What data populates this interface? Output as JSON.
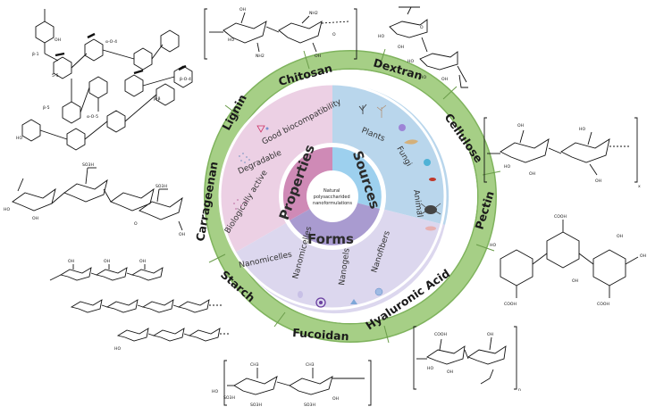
{
  "center_title": "Natural polysaccharided nanoformulations",
  "center_title_lines": [
    "Natural",
    "polysaccharided",
    "nanoformulations"
  ],
  "inner_sections": {
    "properties": "Properties",
    "sources": "Sources",
    "forms": "Forms"
  },
  "properties_items": {
    "good_biocompatibility": "Good biocompatibility",
    "degradable": "Degradable",
    "biologically_active": "Biologically active"
  },
  "sources_items": {
    "plants": "Plants",
    "fungi": "Fungi",
    "animal": "Animal"
  },
  "forms_items": {
    "nanomicelles_1": "Nanomicelles",
    "nanomicelles_2": "Nanomicelles",
    "nanogels": "Nanogels",
    "nanofibers": "Nanofibers"
  },
  "polysaccharides": {
    "chitosan": "Chitosan",
    "dextran": "Dextran",
    "cellulose": "Cellulose",
    "pectin": "Pectin",
    "hyaluronic_acid": "Hyaluronic Acid",
    "fucoidan": "Fucoidan",
    "starch": "Starch",
    "carrageenan": "Carrageenan",
    "lignin": "Lignin"
  },
  "molecule_labels": {
    "oh": "OH",
    "ho": "HO",
    "nh2": "NH2",
    "cooh": "COOH",
    "so3h": "SO3H",
    "ch3": "CH3",
    "o": "O",
    "n": "n",
    "x": "x",
    "beta_o_4": "β-O-4",
    "alpha_o_4": "α-O-4",
    "beta_5": "β-5",
    "beta_1": "β-1",
    "five_5": "5-5",
    "beta_beta": "β-β",
    "alpha_o_5": "α-O-5"
  },
  "colors": {
    "outer_ring": "#a6cf86",
    "outer_ring_stroke": "#7fb35d",
    "properties_bg": "#ecd0e4",
    "sources_bg": "#b9d6ec",
    "forms_bg": "#dcd7ee",
    "inner_properties": "#cf8ab6",
    "inner_sources": "#9dd0ee",
    "inner_forms": "#a99bd0"
  }
}
